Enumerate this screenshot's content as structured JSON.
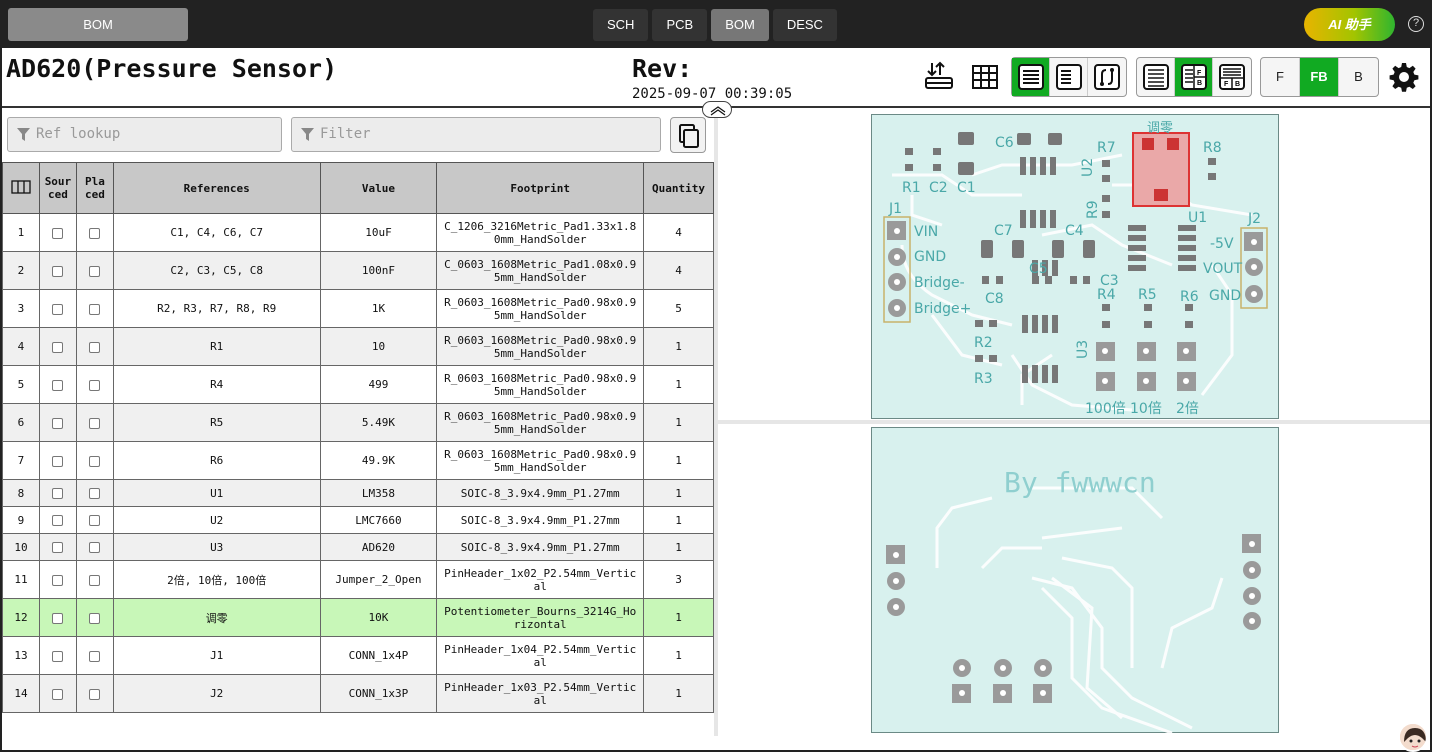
{
  "topbar": {
    "doc_tab": "BOM",
    "nav": [
      "SCH",
      "PCB",
      "BOM",
      "DESC"
    ],
    "nav_active": "BOM",
    "ai_label": "AI 助手",
    "help": "?"
  },
  "header": {
    "title": "AD620(Pressure Sensor)",
    "rev_label": "Rev:",
    "rev_date": "2025-09-07 00:39:05"
  },
  "toolbar": {
    "layer_buttons": [
      "F",
      "FB",
      "B"
    ],
    "layer_active": "FB",
    "accent_color": "#11aa22"
  },
  "filters": {
    "ref_placeholder": "Ref lookup",
    "filter_placeholder": "Filter"
  },
  "bom": {
    "headers": [
      "",
      "Sourced",
      "Placed",
      "References",
      "Value",
      "Footprint",
      "Quantity"
    ],
    "rows": [
      {
        "n": "1",
        "refs": "C1, C4, C6, C7",
        "value": "10uF",
        "footprint": "C_1206_3216Metric_Pad1.33x1.80mm_HandSolder",
        "qty": "4"
      },
      {
        "n": "2",
        "refs": "C2, C3, C5, C8",
        "value": "100nF",
        "footprint": "C_0603_1608Metric_Pad1.08x0.95mm_HandSolder",
        "qty": "4"
      },
      {
        "n": "3",
        "refs": "R2, R3, R7, R8, R9",
        "value": "1K",
        "footprint": "R_0603_1608Metric_Pad0.98x0.95mm_HandSolder",
        "qty": "5"
      },
      {
        "n": "4",
        "refs": "R1",
        "value": "10",
        "footprint": "R_0603_1608Metric_Pad0.98x0.95mm_HandSolder",
        "qty": "1"
      },
      {
        "n": "5",
        "refs": "R4",
        "value": "499",
        "footprint": "R_0603_1608Metric_Pad0.98x0.95mm_HandSolder",
        "qty": "1"
      },
      {
        "n": "6",
        "refs": "R5",
        "value": "5.49K",
        "footprint": "R_0603_1608Metric_Pad0.98x0.95mm_HandSolder",
        "qty": "1"
      },
      {
        "n": "7",
        "refs": "R6",
        "value": "49.9K",
        "footprint": "R_0603_1608Metric_Pad0.98x0.95mm_HandSolder",
        "qty": "1"
      },
      {
        "n": "8",
        "refs": "U1",
        "value": "LM358",
        "footprint": "SOIC-8_3.9x4.9mm_P1.27mm",
        "qty": "1"
      },
      {
        "n": "9",
        "refs": "U2",
        "value": "LMC7660",
        "footprint": "SOIC-8_3.9x4.9mm_P1.27mm",
        "qty": "1"
      },
      {
        "n": "10",
        "refs": "U3",
        "value": "AD620",
        "footprint": "SOIC-8_3.9x4.9mm_P1.27mm",
        "qty": "1"
      },
      {
        "n": "11",
        "refs": "2倍, 10倍, 100倍",
        "value": "Jumper_2_Open",
        "footprint": "PinHeader_1x02_P2.54mm_Vertical",
        "qty": "3"
      },
      {
        "n": "12",
        "refs": "调零",
        "value": "10K",
        "footprint": "Potentiometer_Bourns_3214G_Horizontal",
        "qty": "1"
      },
      {
        "n": "13",
        "refs": "J1",
        "value": "CONN_1x4P",
        "footprint": "PinHeader_1x04_P2.54mm_Vertical",
        "qty": "1"
      },
      {
        "n": "14",
        "refs": "J2",
        "value": "CONN_1x3P",
        "footprint": "PinHeader_1x03_P2.54mm_Vertical",
        "qty": "1"
      }
    ],
    "highlight_row": "12",
    "highlight_color": "#c8f7b8"
  },
  "pcb_front": {
    "labels": {
      "c6": "C6",
      "r7": "R7",
      "tiaoling": "调零",
      "r8": "R8",
      "r1": "R1",
      "c2": "C2",
      "c1": "C1",
      "u2": "U2",
      "r9": "R9",
      "u1": "U1",
      "j1": "J1",
      "j2": "J2",
      "vin": "VIN",
      "gnd": "GND",
      "bm": "Bridge-",
      "bp": "Bridge+",
      "c7": "C7",
      "c4": "C4",
      "m5v": "-5V",
      "vout": "VOUT",
      "gnd2": "GND",
      "c5": "C5",
      "c3": "C3",
      "c8": "C8",
      "r4": "R4",
      "r5": "R5",
      "r6": "R6",
      "r2": "R2",
      "r3": "R3",
      "u3": "U3",
      "x100": "100倍",
      "x10": "10倍",
      "x2": "2倍"
    },
    "board_color": "#d8f1ee",
    "silk_color": "#4aa8a8"
  },
  "pcb_back": {
    "text": "By fwwwcn"
  }
}
